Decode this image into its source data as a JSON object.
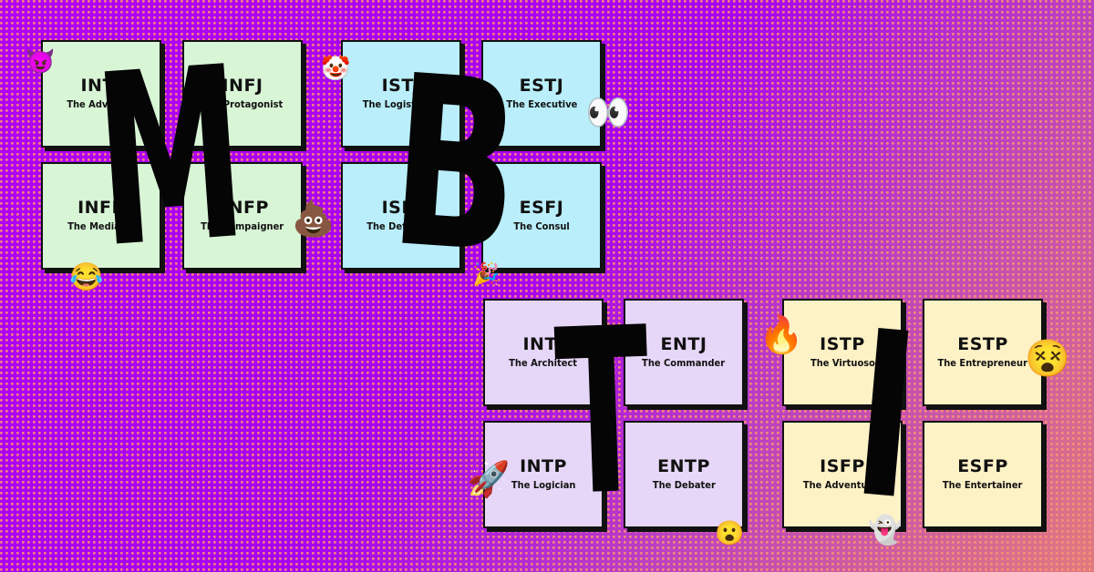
{
  "groups": [
    {
      "letter": "M",
      "cards": [
        {
          "code": "INTJ",
          "role": "The Advocate"
        },
        {
          "code": "INFJ",
          "role": "The Protagonist"
        },
        {
          "code": "INFP",
          "role": "The Mediator"
        },
        {
          "code": "ENFP",
          "role": "The Campaigner"
        }
      ]
    },
    {
      "letter": "B",
      "cards": [
        {
          "code": "ISTJ",
          "role": "The Logistician"
        },
        {
          "code": "ESTJ",
          "role": "The Executive"
        },
        {
          "code": "ISFJ",
          "role": "The Defender"
        },
        {
          "code": "ESFJ",
          "role": "The Consul"
        }
      ]
    },
    {
      "letter": "T",
      "cards": [
        {
          "code": "INTJ",
          "role": "The Architect"
        },
        {
          "code": "ENTJ",
          "role": "The Commander"
        },
        {
          "code": "INTP",
          "role": "The Logician"
        },
        {
          "code": "ENTP",
          "role": "The Debater"
        }
      ]
    },
    {
      "letter": "I",
      "cards": [
        {
          "code": "ISTP",
          "role": "The Virtuoso"
        },
        {
          "code": "ESTP",
          "role": "The Entrepreneur"
        },
        {
          "code": "ISFP",
          "role": "The Adventurer"
        },
        {
          "code": "ESFP",
          "role": "The Entertainer"
        }
      ]
    }
  ],
  "stickers": {
    "devil": "😈",
    "clown": "🤡",
    "eyes": "👀",
    "poop": "💩",
    "laughing": "😂",
    "party": "🎉",
    "fire": "🔥",
    "dizzy": "😵",
    "rocket": "🚀",
    "surprised": "😮",
    "ghost": "👻"
  },
  "colors": {
    "background": "#a603f0",
    "dots": "#ff966e",
    "green_cards": "#d8f5d6",
    "blue_cards": "#b9eefa",
    "lavender_cards": "#e6d6f7",
    "yellow_cards": "#fdf1c6",
    "ink": "#111111"
  }
}
